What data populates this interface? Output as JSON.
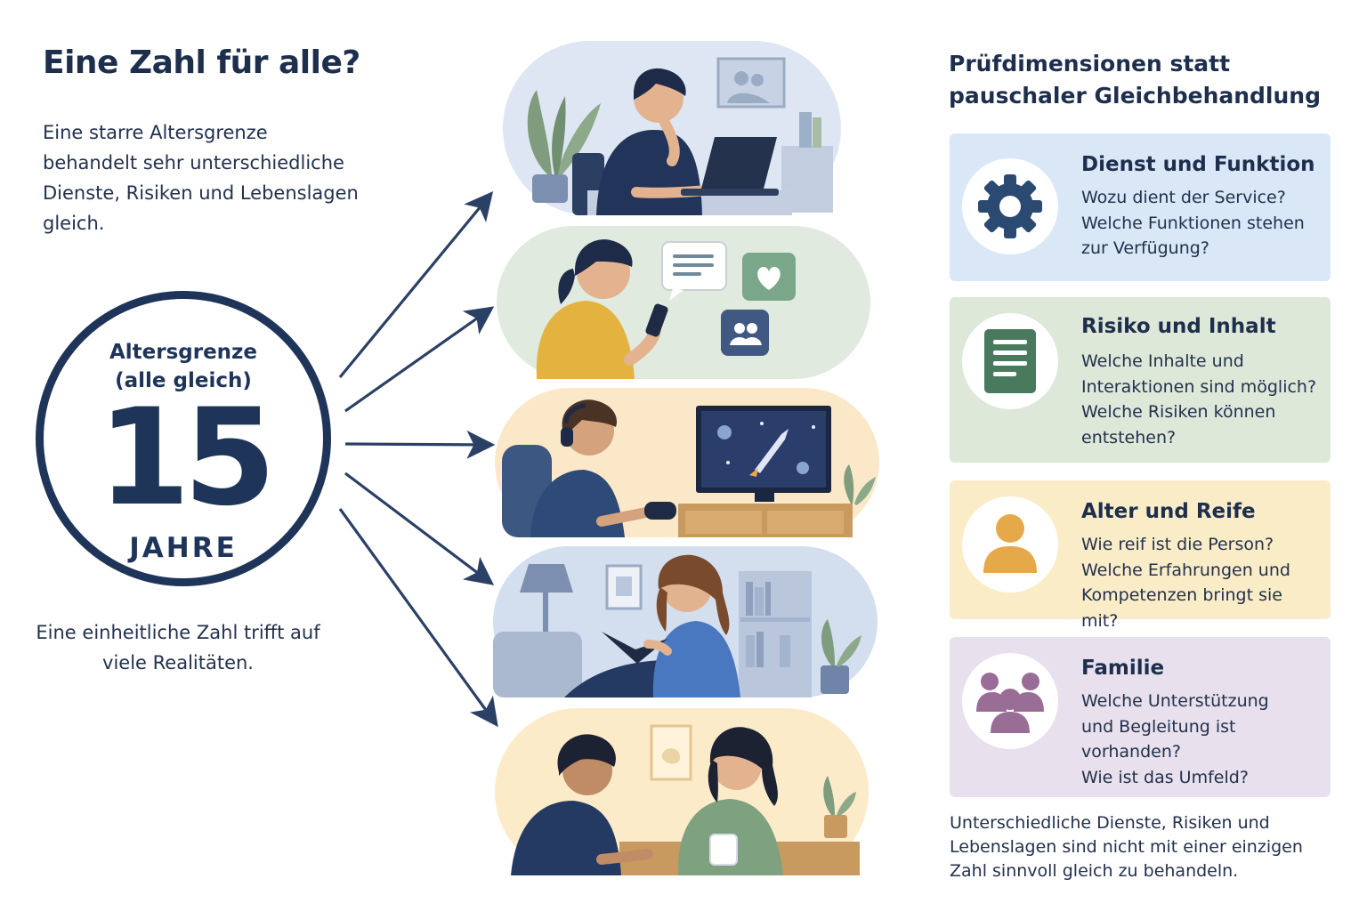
{
  "left": {
    "title": "Eine Zahl für alle?",
    "intro": "Eine starre Altersgrenze behandelt sehr unterschiedliche Dienste, Risiken und Lebenslagen gleich.",
    "circle_label_line1": "Altersgrenze",
    "circle_label_line2": "(alle gleich)",
    "age_number": "15",
    "age_unit": "JAHRE",
    "caption": "Eine einheitliche Zahl trifft auf viele Realitäten."
  },
  "scenes": [
    {
      "name": "laptop-scene",
      "bg": "#dde6f2"
    },
    {
      "name": "smartphone-scene",
      "bg": "#e0eade"
    },
    {
      "name": "gaming-scene",
      "bg": "#fbe8c8"
    },
    {
      "name": "reading-scene",
      "bg": "#d3deef"
    },
    {
      "name": "conversation-scene",
      "bg": "#fbebc9"
    }
  ],
  "right": {
    "title": "Prüfdimensionen statt pauschaler Gleichbehandlung",
    "cards": [
      {
        "title": "Dienst und Funktion",
        "text": "Wozu dient der Service?\nWelche Funktionen stehen\nzur Verfügung?",
        "icon": "gear-icon",
        "bg": "#d9e7f7",
        "icon_color": "#2a4a72"
      },
      {
        "title": "Risiko und Inhalt",
        "text": "Welche Inhalte und\nInteraktionen sind möglich?\nWelche Risiken können\nentstehen?",
        "icon": "document-icon",
        "bg": "#dde8d9",
        "icon_color": "#4a7a5e"
      },
      {
        "title": "Alter und Reife",
        "text": "Wie reif ist die Person?\nWelche Erfahrungen und\nKompetenzen bringt sie mit?",
        "icon": "person-icon",
        "bg": "#fbecc8",
        "icon_color": "#e6a94a"
      },
      {
        "title": "Familie",
        "text": "Welche Unterstützung\nund Begleitung ist\nvorhanden?\nWie ist das Umfeld?",
        "icon": "family-icon",
        "bg": "#e8e0ec",
        "icon_color": "#9a6d97"
      }
    ],
    "footnote": "Unterschiedliche Dienste, Risiken und Lebenslagen sind nicht mit einer einzigen Zahl sinnvoll gleich zu behandeln."
  }
}
